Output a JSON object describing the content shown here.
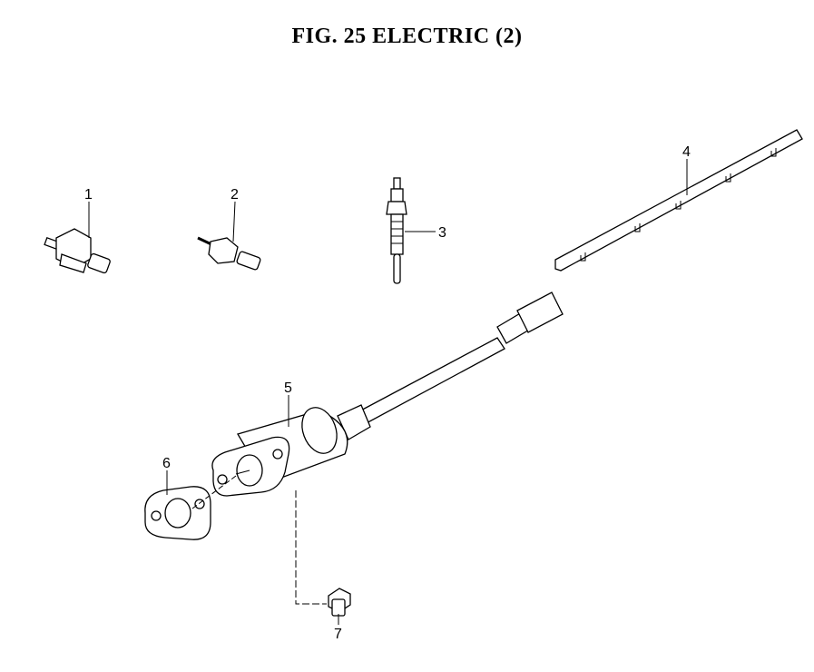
{
  "title": "FIG. 25  ELECTRIC (2)",
  "callouts": [
    "1",
    "2",
    "3",
    "4",
    "5",
    "6",
    "7"
  ]
}
